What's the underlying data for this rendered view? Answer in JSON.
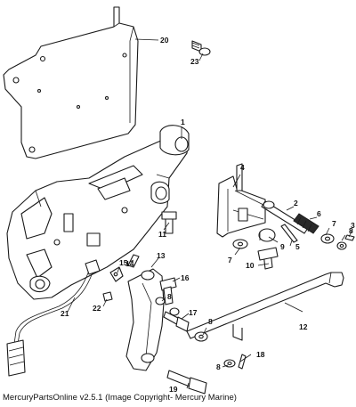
{
  "callouts": {
    "c1": "1",
    "c2": "2",
    "c3": "3",
    "c4": "4",
    "c5": "5",
    "c6": "6",
    "c7a": "7",
    "c7b": "7",
    "c8a": "8",
    "c8b": "8",
    "c8c": "8",
    "c8d": "8",
    "c9": "9",
    "c10": "10",
    "c11": "11",
    "c12": "12",
    "c13": "13",
    "c14": "14",
    "c15": "15",
    "c16": "16",
    "c17": "17",
    "c18": "18",
    "c19": "19",
    "c20": "20",
    "c21": "21",
    "c22": "22",
    "c23": "23"
  },
  "footer": {
    "text": "MercuryPartsOnline v2.5.1 (Image Copyright- Mercury Marine)"
  }
}
